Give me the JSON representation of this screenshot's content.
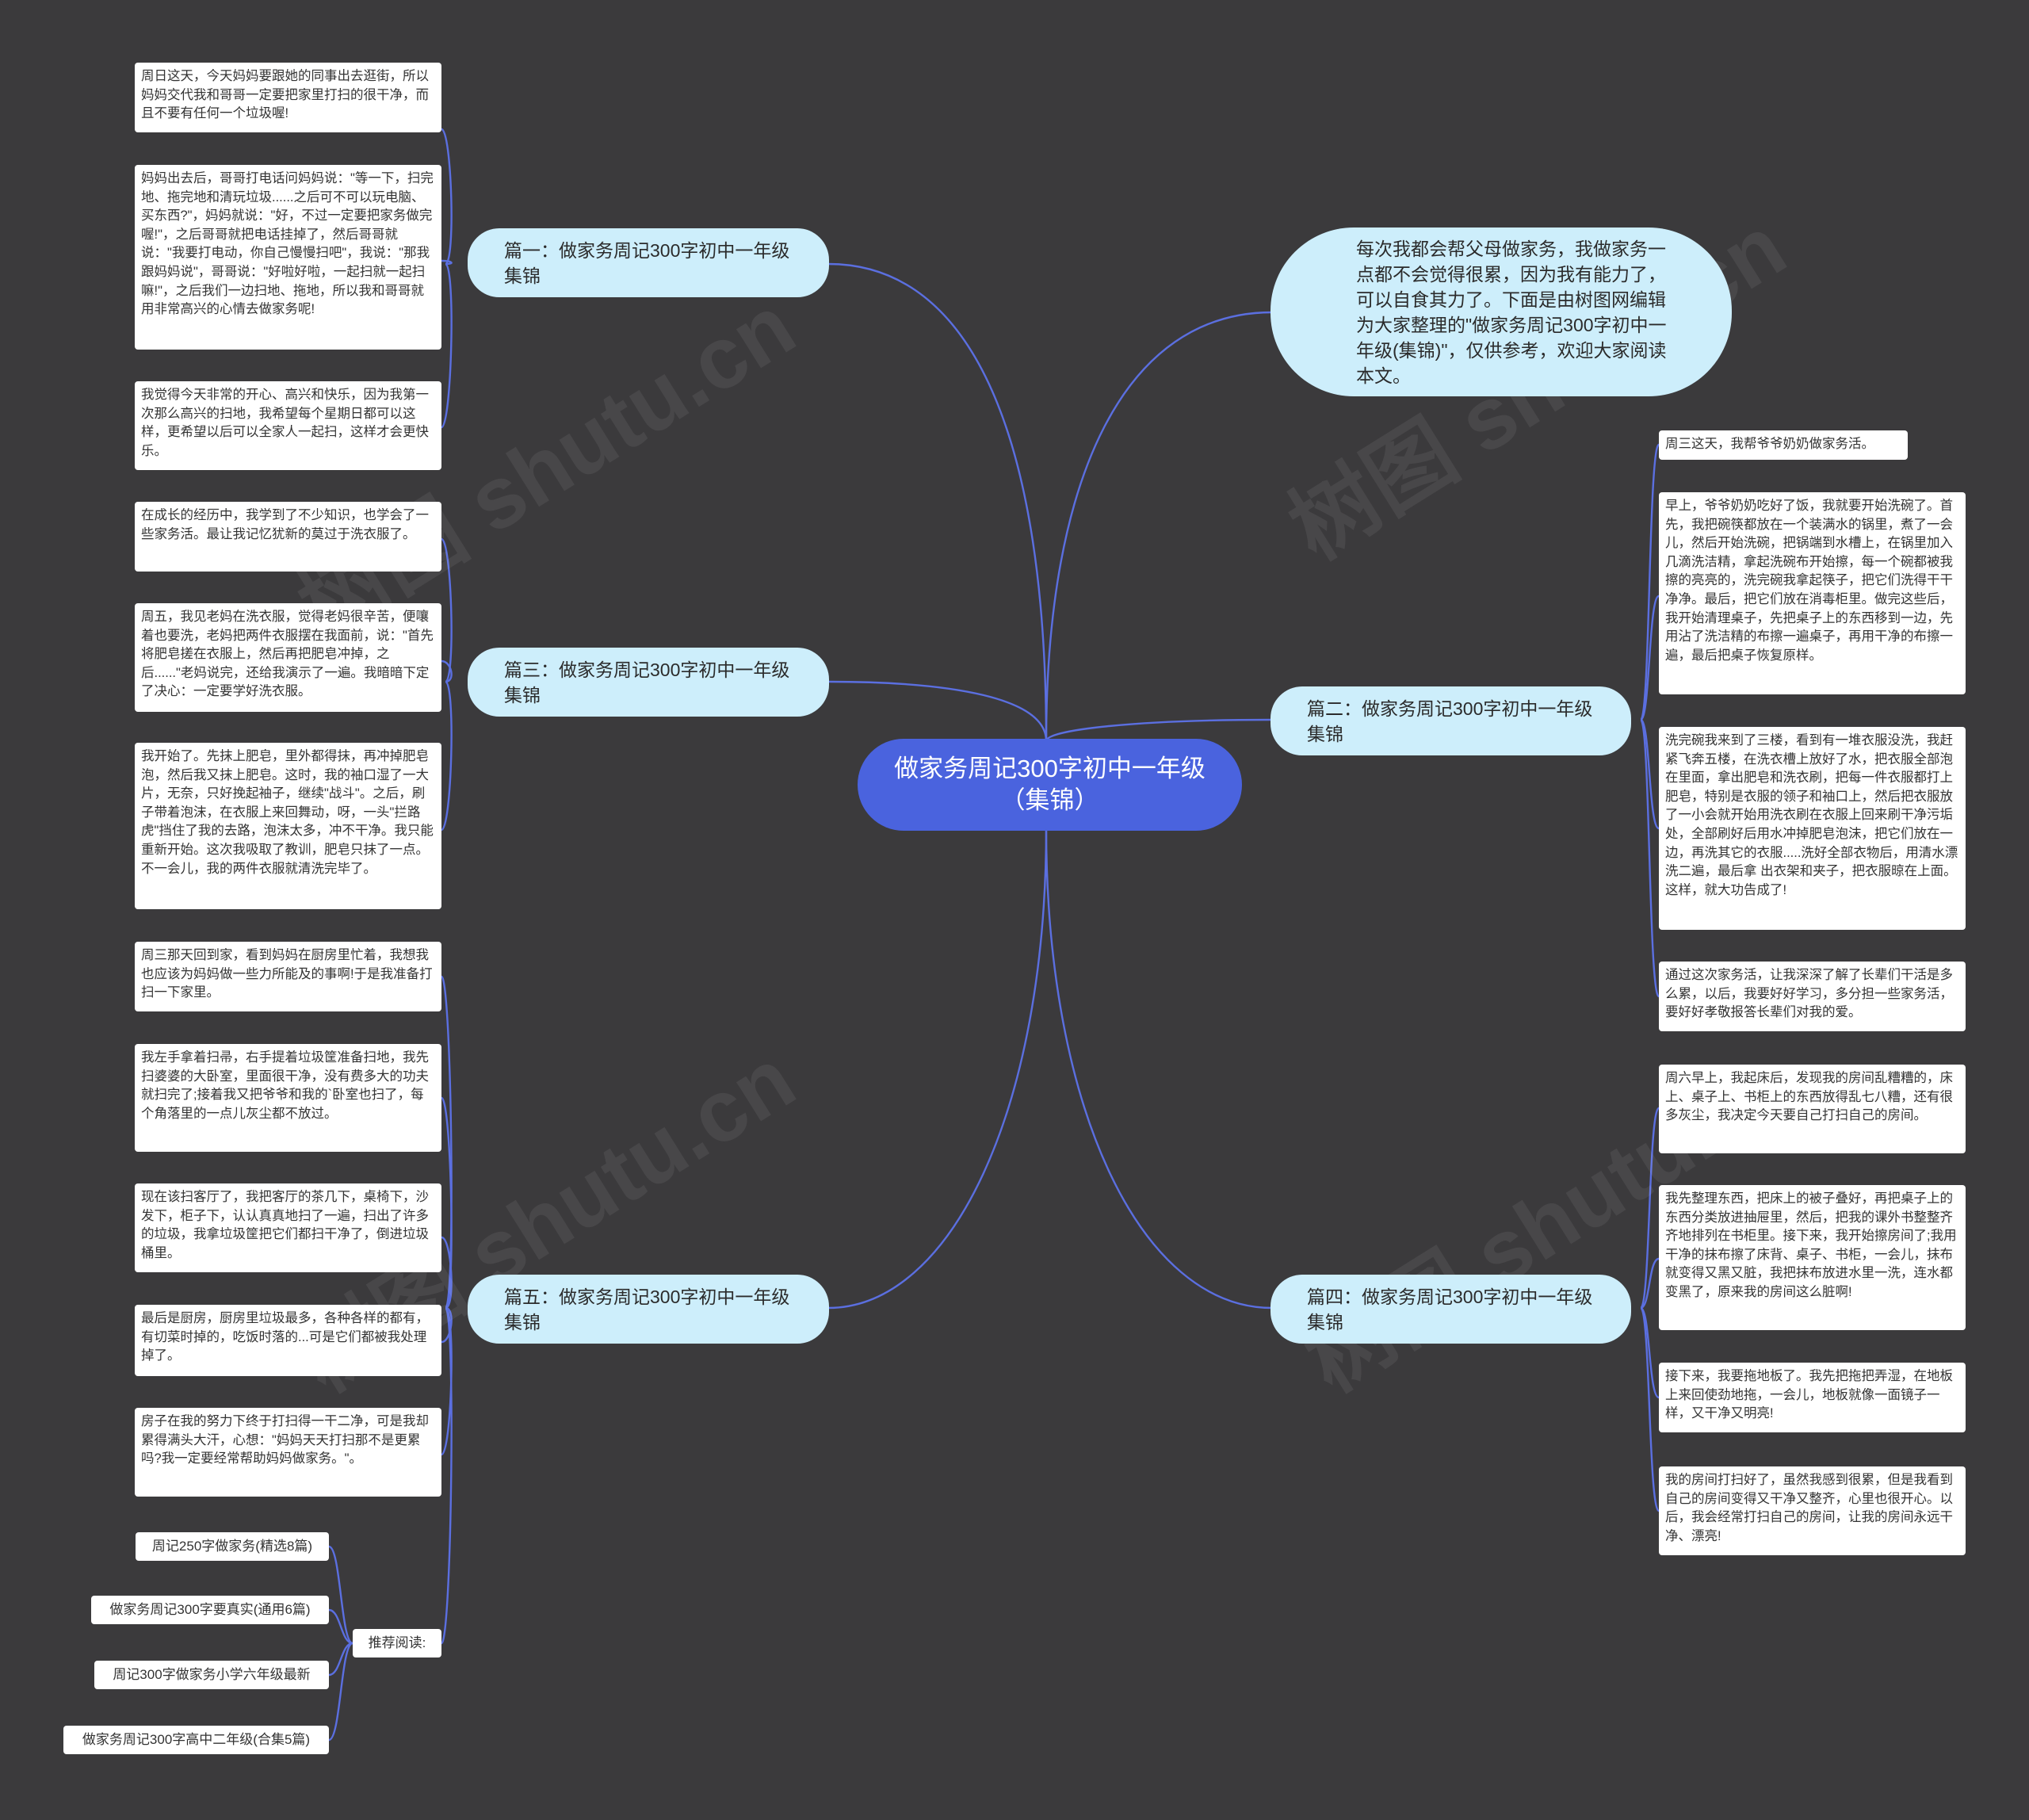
{
  "root": {
    "title": "做家务周记300字初中一年级（集锦）"
  },
  "intro": {
    "text": "每次我都会帮父母做家务，我做家务一点都不会觉得很累，因为我有能力了，可以自食其力了。下面是由树图网编辑为大家整理的\"做家务周记300字初中一年级(集锦)\"，仅供参考，欢迎大家阅读本文。"
  },
  "branches": {
    "b1": {
      "label": "篇一：做家务周记300字初中一年级集锦",
      "leaves": [
        "周日这天，今天妈妈要跟她的同事出去逛街，所以妈妈交代我和哥哥一定要把家里打扫的很干净，而且不要有任何一个垃圾喔!",
        "妈妈出去后，哥哥打电话问妈妈说：\"等一下，扫完地、拖完地和清玩垃圾......之后可不可以玩电脑、买东西?\"，妈妈就说：\"好，不过一定要把家务做完喔!\"，之后哥哥就把电话挂掉了，然后哥哥就说：\"我要打电动，你自己慢慢扫吧\"，我说：\"那我跟妈妈说\"，哥哥说：\"好啦好啦，一起扫就一起扫嘛!\"，之后我们一边扫地、拖地，所以我和哥哥就用非常高兴的心情去做家务呢!",
        "我觉得今天非常的开心、高兴和快乐，因为我第一次那么高兴的扫地，我希望每个星期日都可以这样，更希望以后可以全家人一起扫，这样才会更快乐。"
      ]
    },
    "b3": {
      "label": "篇三：做家务周记300字初中一年级集锦",
      "leaves": [
        "在成长的经历中，我学到了不少知识，也学会了一些家务活。最让我记忆犹新的莫过于洗衣服了。",
        "周五，我见老妈在洗衣服，觉得老妈很辛苦，便嚷着也要洗，老妈把两件衣服摆在我面前，说：\"首先将肥皂搓在衣服上，然后再把肥皂冲掉，之后......\"老妈说完，还给我演示了一遍。我暗暗下定了决心：一定要学好洗衣服。",
        "我开始了。先抹上肥皂，里外都得抹，再冲掉肥皂泡，然后我又抹上肥皂。这时，我的袖口湿了一大片，无奈，只好挽起袖子，继续\"战斗\"。之后，刷子带着泡沫，在衣服上来回舞动，呀，一头\"拦路虎\"挡住了我的去路，泡沫太多，冲不干净。我只能重新开始。这次我吸取了教训，肥皂只抹了一点。不一会儿，我的两件衣服就清洗完毕了。"
      ]
    },
    "b5": {
      "label": "篇五：做家务周记300字初中一年级集锦",
      "leaves": [
        "周三那天回到家，看到妈妈在厨房里忙着，我想我也应该为妈妈做一些力所能及的事啊!于是我准备打扫一下家里。",
        "我左手拿着扫帚，右手提着垃圾筐准备扫地，我先扫婆婆的大卧室，里面很干净，没有费多大的功夫就扫完了;接着我又把爷爷和我的`卧室也扫了，每个角落里的一点儿灰尘都不放过。",
        "现在该扫客厅了，我把客厅的茶几下，桌椅下，沙发下，柜子下，认认真真地扫了一遍，扫出了许多的垃圾，我拿垃圾筐把它们都扫干净了，倒进垃圾桶里。",
        "最后是厨房，厨房里垃圾最多，各种各样的都有，有切菜时掉的，吃饭时落的...可是它们都被我处理掉了。",
        "房子在我的努力下终于打扫得一干二净，可是我却累得满头大汗，心想：\"妈妈天天打扫那不是更累吗?我一定要经常帮助妈妈做家务。\"。"
      ],
      "recommend": {
        "label": "推荐阅读:",
        "items": [
          "周记250字做家务(精选8篇)",
          "做家务周记300字要真实(通用6篇)",
          "周记300字做家务小学六年级最新",
          "做家务周记300字高中二年级(合集5篇)"
        ]
      }
    },
    "b2": {
      "label": "篇二：做家务周记300字初中一年级集锦",
      "leaves": [
        "周三这天，我帮爷爷奶奶做家务活。",
        "早上，爷爷奶奶吃好了饭，我就要开始洗碗了。首先，我把碗筷都放在一个装满水的锅里，煮了一会儿，然后开始洗碗，把锅端到水槽上，在锅里加入几滴洗洁精，拿起洗碗布开始擦，每一个碗都被我擦的亮亮的，洗完碗我拿起筷子，把它们洗得干干净净。最后，把它们放在消毒柜里。做完这些后，我开始清理桌子，先把桌子上的东西移到一边，先用沾了洗洁精的布擦一遍桌子，再用干净的布擦一遍，最后把桌子恢复原样。",
        "洗完碗我来到了三楼，看到有一堆衣服没洗，我赶紧飞奔五楼，在洗衣槽上放好了水，把衣服全部泡在里面，拿出肥皂和洗衣刷，把每一件衣服都打上肥皂，特别是衣服的领子和袖口上，然后把衣服放了一小会就开始用洗衣刷在衣服上回来刷干净污垢处，全部刷好后用水冲掉肥皂泡沫，把它们放在一边，再洗其它的衣服.....洗好全部衣物后，用清水漂洗二遍，最后拿 出衣架和夹子，把衣服晾在上面。这样，就大功告成了!",
        "通过这次家务活，让我深深了解了长辈们干活是多么累，以后，我要好好学习，多分担一些家务活，要好好孝敬报答长辈们对我的爱。"
      ]
    },
    "b4": {
      "label": "篇四：做家务周记300字初中一年级集锦",
      "leaves": [
        "周六早上，我起床后，发现我的房间乱糟糟的，床上、桌子上、书柜上的东西放得乱七八糟，还有很多灰尘，我决定今天要自己打扫自己的房间。",
        "我先整理东西，把床上的被子叠好，再把桌子上的东西分类放进抽屉里，然后，把我的课外书整整齐齐地排列在书柜里。接下来，我开始擦房间了;我用干净的抹布擦了床背、桌子、书柜，一会儿，抹布就变得又黑又脏，我把抹布放进水里一洗，连水都变黑了，原来我的房间这么脏啊!",
        "接下来，我要拖地板了。我先把拖把弄湿，在地板上来回使劲地拖，一会儿，地板就像一面镜子一样，又干净又明亮!",
        "我的房间打扫好了，虽然我感到很累，但是我看到自己的房间变得又干净又整齐，心里也很开心。以后，我会经常打扫自己的房间，让我的房间永远干净、漂亮!"
      ]
    }
  },
  "colors": {
    "background": "#3b3a3c",
    "root": "#4a63de",
    "branch": "#cdeefb",
    "leaf": "#ffffff",
    "link": "#5b6fe0"
  }
}
